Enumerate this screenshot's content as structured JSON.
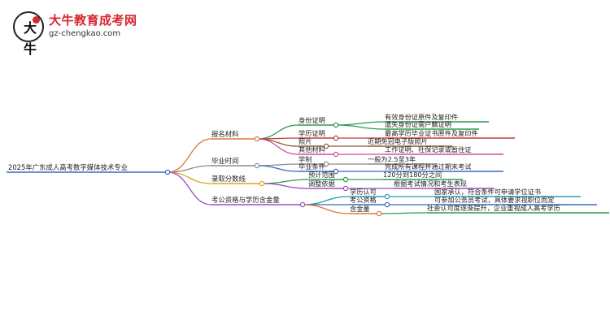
{
  "logo": {
    "mark_text": "大牛",
    "title": "大牛教育成考网",
    "url": "gz-chengkao.com"
  },
  "root": {
    "label": "2025年广东成人高考数字媒体技术专业",
    "color": "#3a68c8",
    "children": [
      {
        "label": "报名材料",
        "color": "#e2753a",
        "children": [
          {
            "label": "身份证明",
            "color": "#2e9a4b",
            "children": [
              {
                "label": "有效身份证原件及复印件",
                "color": "#2e9a4b"
              },
              {
                "label": "遗失身份证需户籍证明",
                "color": "#2e9a4b"
              }
            ]
          },
          {
            "label": "学历证明",
            "color": "#c0393b",
            "children": [
              {
                "label": "最高学历毕业证书原件及复印件",
                "color": "#c0393b"
              }
            ]
          },
          {
            "label": "照片",
            "color": "#8a5a34",
            "children": [
              {
                "label": "近期免冠电子版照片",
                "color": "#8a5a34"
              }
            ]
          },
          {
            "label": "其他材料",
            "color": "#d6479e",
            "children": [
              {
                "label": "工作证明、社保记录或暂住证",
                "color": "#d6479e"
              }
            ]
          }
        ]
      },
      {
        "label": "毕业时间",
        "color": "#8a8a8a",
        "children": [
          {
            "label": "学制",
            "color": "#8a8a8a",
            "children": [
              {
                "label": "一般为2.5至3年",
                "color": "#8a8a8a"
              }
            ]
          },
          {
            "label": "毕业条件",
            "color": "#3a68c8",
            "children": [
              {
                "label": "完成所有课程并通过期末考试",
                "color": "#3a68c8"
              }
            ]
          }
        ]
      },
      {
        "label": "录取分数线",
        "color": "#e0a21d",
        "children": [
          {
            "label": "预计范围",
            "color": "#2e9a4b",
            "children": [
              {
                "label": "120分到180分之间",
                "color": "#2e9a4b"
              }
            ]
          },
          {
            "label": "调整依据",
            "color": "#9b4fc1",
            "children": [
              {
                "label": "根据考试情况和考生表现",
                "color": "#9b4fc1"
              }
            ]
          }
        ]
      },
      {
        "label": "考公资格与学历含金量",
        "color": "#9b4fc1",
        "children": [
          {
            "label": "学历认可",
            "color": "#2b9bb3",
            "children": [
              {
                "label": "国家承认，符合条件可申请学位证书",
                "color": "#2b9bb3"
              }
            ]
          },
          {
            "label": "考公资格",
            "color": "#3a68c8",
            "children": [
              {
                "label": "可参加公务员考试，具体要求视职位而定",
                "color": "#3a68c8"
              }
            ]
          },
          {
            "label": "含金量",
            "color": "#e2753a",
            "children": [
              {
                "label": "社会认可度逐渐提升，企业重视成人高考学历",
                "color": "#2e9a4b"
              }
            ]
          }
        ]
      }
    ]
  }
}
